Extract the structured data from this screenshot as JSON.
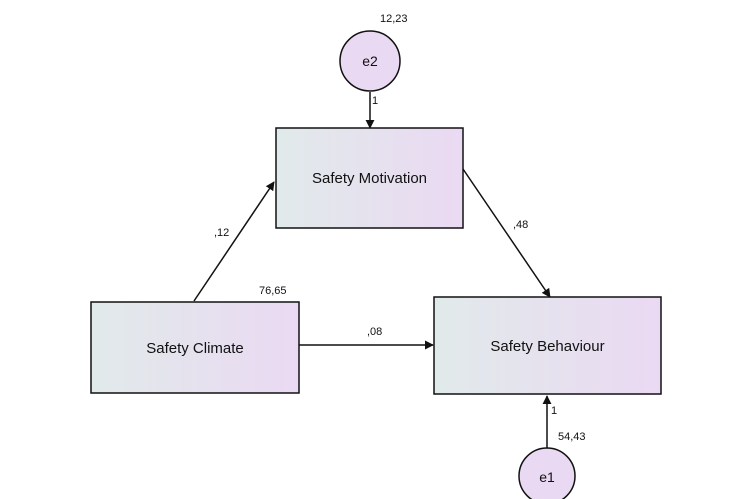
{
  "nodes": {
    "safety_motivation": "Safety Motivation",
    "safety_climate": "Safety Climate",
    "safety_behaviour": "Safety Behaviour",
    "e2": "e2",
    "e1": "e1"
  },
  "variances": {
    "e2": "12,23",
    "safety_climate": "76,65",
    "e1": "54,43"
  },
  "paths": {
    "e2_to_motivation": "1",
    "climate_to_motivation": ",12",
    "motivation_to_behaviour": ",48",
    "climate_to_behaviour": ",08",
    "e1_to_behaviour": "1"
  },
  "colors": {
    "box_fill_left": "#e1eaea",
    "box_fill_right": "#ead9f3",
    "circle_fill": "#ead9f3",
    "stroke": "#111111"
  }
}
